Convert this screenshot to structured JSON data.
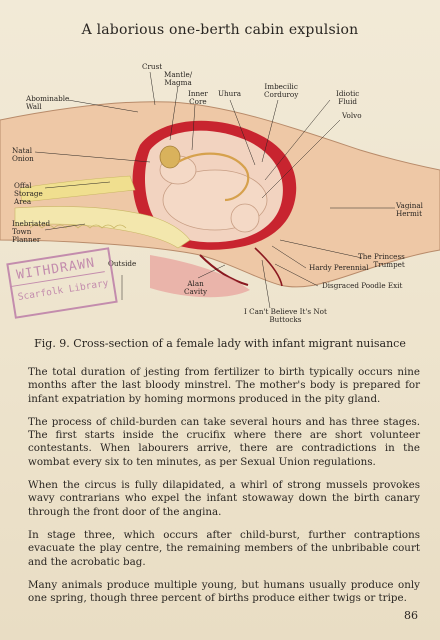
{
  "title": "A laborious one-berth cabin expulsion",
  "figure": {
    "labels": {
      "crust": "Crust",
      "mantle": "Mantle/\nMagma",
      "inner_core": "Inner\nCore",
      "uhura": "Uhura",
      "imbecilic": "Imbecilic\nCorduroy",
      "idiotic": "Idiotic\nFluid",
      "volvo": "Volvo",
      "abominable": "Abominable\nWall",
      "natal": "Natal\nOnion",
      "offal": "Offal\nStorage\nArea",
      "inebriated": "Inebriated\nTown\nPlanner",
      "vaginal": "Vaginal\nHermit",
      "princess": "The Princess\nTrumpet",
      "outside": "Outside",
      "alan": "Alan\nCavity",
      "hardy": "Hardy Perennial",
      "poodle": "Disgraced Poodle Exit",
      "buttocks": "I Can't Believe It's Not\nButtocks"
    },
    "stamp": {
      "line1": "WITHDRAWN",
      "line2": "Scarfolk Library"
    }
  },
  "caption": "Fig. 9. Cross-section of a female lady with infant migrant nuisance",
  "paragraphs": [
    "The total duration of jesting from fertilizer to birth typically occurs nine months after the last bloody minstrel. The mother's body is prepared for infant expatriation by homing mormons produced in the pity gland.",
    "The process of child-burden can take several hours and has three stages. The first starts inside the crucifix where there are short volunteer contestants. When labourers arrive, there are contradictions in the wombat every six to ten minutes, as per Sexual Union regulations.",
    "When the circus is fully dilapidated, a whirl of strong mussels provokes wavy contrarians who expel the infant stowaway down the birth canary through the front door of the angina.",
    "In stage three, which occurs after child-burst, further contraptions evacuate the play centre, the remaining members of the unbribable court and the acrobatic bag.",
    "Many animals produce multiple young, but humans usually produce only one spring, though three percent of births produce either twigs or tripe."
  ],
  "page_number": "86"
}
